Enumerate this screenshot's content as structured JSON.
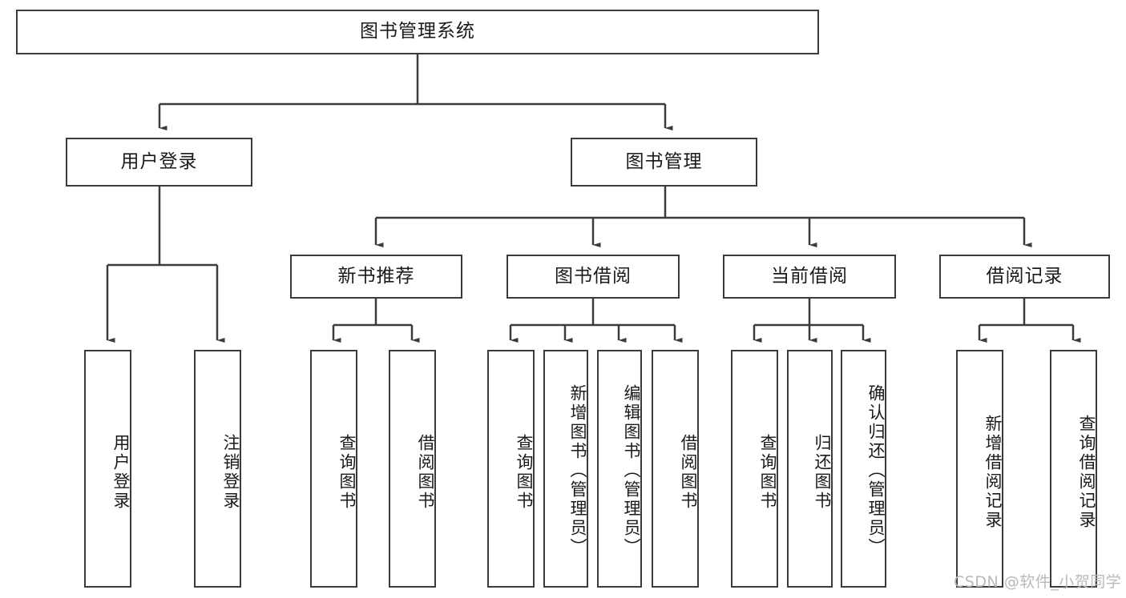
{
  "diagram": {
    "type": "hierarchy-tree",
    "title": "图书管理系统",
    "colors": {
      "border": "#3b3b3b",
      "background": "#ffffff",
      "text": "#1a1a1a",
      "connector": "#3b3b3b",
      "watermark": "#b9b9b9"
    },
    "levels": [
      {
        "level": 1,
        "nodes": [
          {
            "id": "root",
            "label": "图书管理系统",
            "orientation": "horizontal"
          }
        ]
      },
      {
        "level": 2,
        "nodes": [
          {
            "id": "user-login",
            "label": "用户登录",
            "orientation": "horizontal",
            "parent": "root"
          },
          {
            "id": "book-manage",
            "label": "图书管理",
            "orientation": "horizontal",
            "parent": "root"
          }
        ]
      },
      {
        "level": 3,
        "nodes": [
          {
            "id": "new-book-rec",
            "label": "新书推荐",
            "orientation": "horizontal",
            "parent": "book-manage"
          },
          {
            "id": "book-borrow",
            "label": "图书借阅",
            "orientation": "horizontal",
            "parent": "book-manage"
          },
          {
            "id": "current-borrow",
            "label": "当前借阅",
            "orientation": "horizontal",
            "parent": "book-manage"
          },
          {
            "id": "borrow-record",
            "label": "借阅记录",
            "orientation": "horizontal",
            "parent": "book-manage"
          }
        ]
      },
      {
        "level": 4,
        "nodes": [
          {
            "id": "leaf-user-login",
            "label": "用户登录",
            "orientation": "vertical",
            "parent": "user-login"
          },
          {
            "id": "leaf-logout",
            "label": "注销登录",
            "orientation": "vertical",
            "parent": "user-login"
          },
          {
            "id": "leaf-query-book-1",
            "label": "查询图书",
            "orientation": "vertical",
            "parent": "new-book-rec"
          },
          {
            "id": "leaf-borrow-book-1",
            "label": "借阅图书",
            "orientation": "vertical",
            "parent": "new-book-rec"
          },
          {
            "id": "leaf-query-book-2",
            "label": "查询图书",
            "orientation": "vertical",
            "parent": "book-borrow"
          },
          {
            "id": "leaf-add-book",
            "label": "新增图书（管理员）",
            "orientation": "vertical",
            "parent": "book-borrow"
          },
          {
            "id": "leaf-edit-book",
            "label": "编辑图书（管理员）",
            "orientation": "vertical",
            "parent": "book-borrow"
          },
          {
            "id": "leaf-borrow-book-2",
            "label": "借阅图书",
            "orientation": "vertical",
            "parent": "book-borrow"
          },
          {
            "id": "leaf-query-book-3",
            "label": "查询图书",
            "orientation": "vertical",
            "parent": "current-borrow"
          },
          {
            "id": "leaf-return-book",
            "label": "归还图书",
            "orientation": "vertical",
            "parent": "current-borrow"
          },
          {
            "id": "leaf-confirm-return",
            "label": "确认归还（管理员）",
            "orientation": "vertical",
            "parent": "current-borrow"
          },
          {
            "id": "leaf-add-record",
            "label": "新增借阅记录",
            "orientation": "vertical",
            "parent": "borrow-record"
          },
          {
            "id": "leaf-query-record",
            "label": "查询借阅记录",
            "orientation": "vertical",
            "parent": "borrow-record"
          }
        ]
      }
    ]
  },
  "watermark": {
    "text": "CSDN @软件_小贺同学"
  }
}
